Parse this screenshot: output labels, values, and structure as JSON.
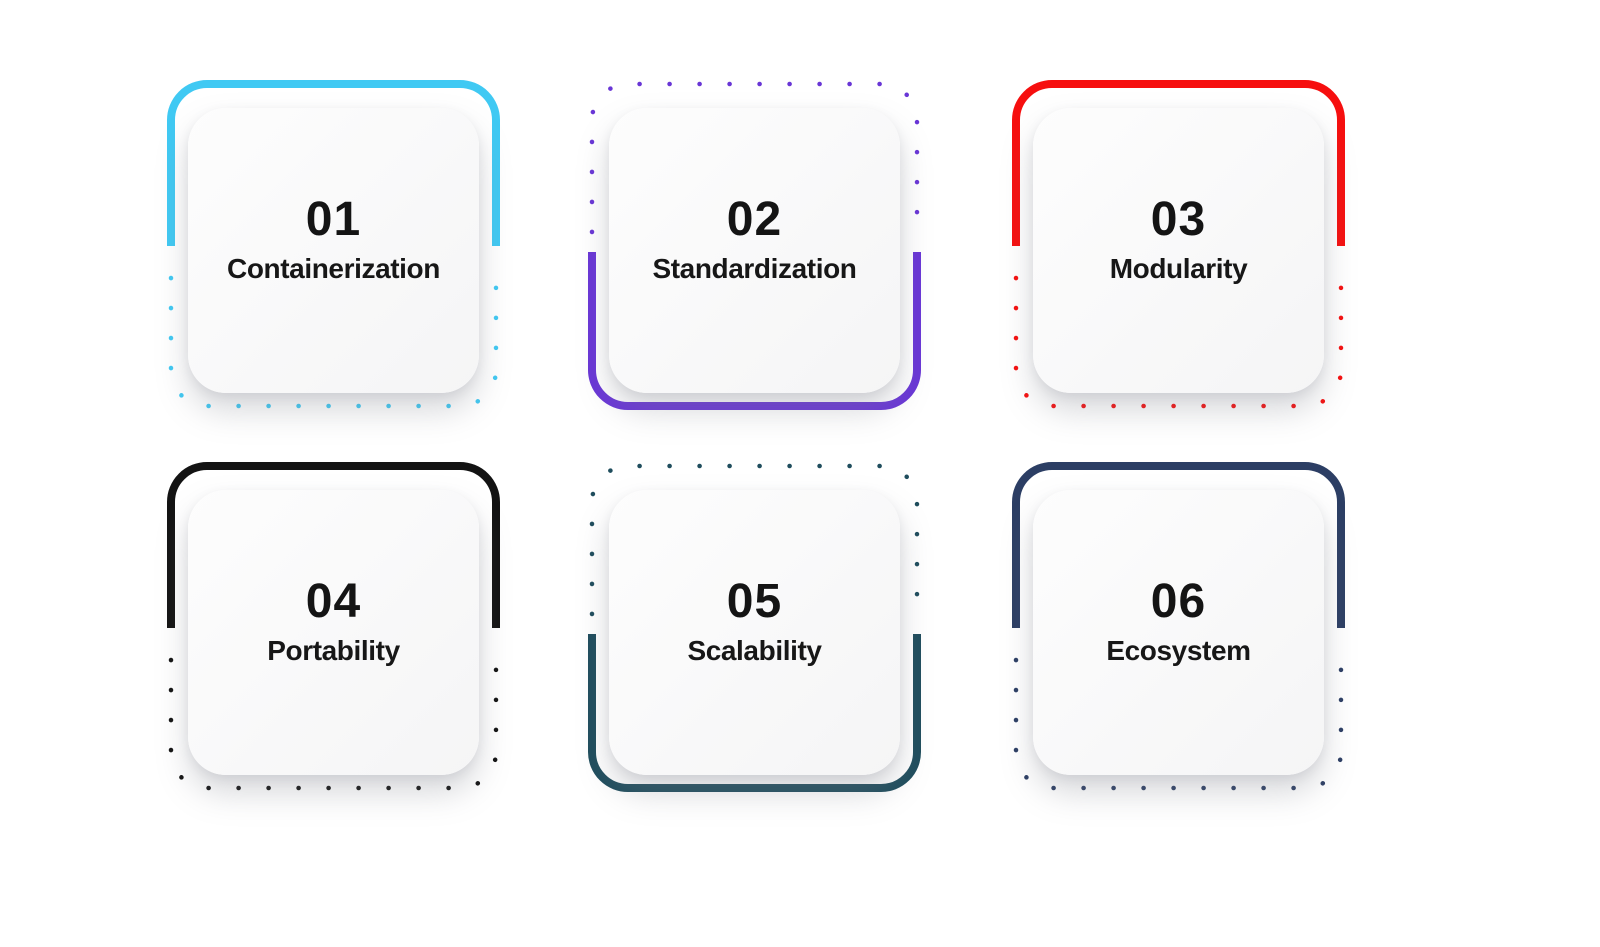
{
  "page": {
    "background_color": "#ffffff",
    "text_color": "#141414"
  },
  "cards": [
    {
      "number": "01",
      "label": "Containerization",
      "accent": "#40C9F3",
      "border_style": "solid-top-dotted-bottom"
    },
    {
      "number": "02",
      "label": "Standardization",
      "accent": "#6936D6",
      "border_style": "dotted-top-solid-bottom"
    },
    {
      "number": "03",
      "label": "Modularity",
      "accent": "#F60F0F",
      "border_style": "solid-top-dotted-bottom"
    },
    {
      "number": "04",
      "label": "Portability",
      "accent": "#131313",
      "border_style": "solid-top-dotted-bottom"
    },
    {
      "number": "05",
      "label": "Scalability",
      "accent": "#1F4D5D",
      "border_style": "dotted-top-solid-bottom"
    },
    {
      "number": "06",
      "label": "Ecosystem",
      "accent": "#2C3E64",
      "border_style": "solid-top-dotted-bottom"
    }
  ]
}
